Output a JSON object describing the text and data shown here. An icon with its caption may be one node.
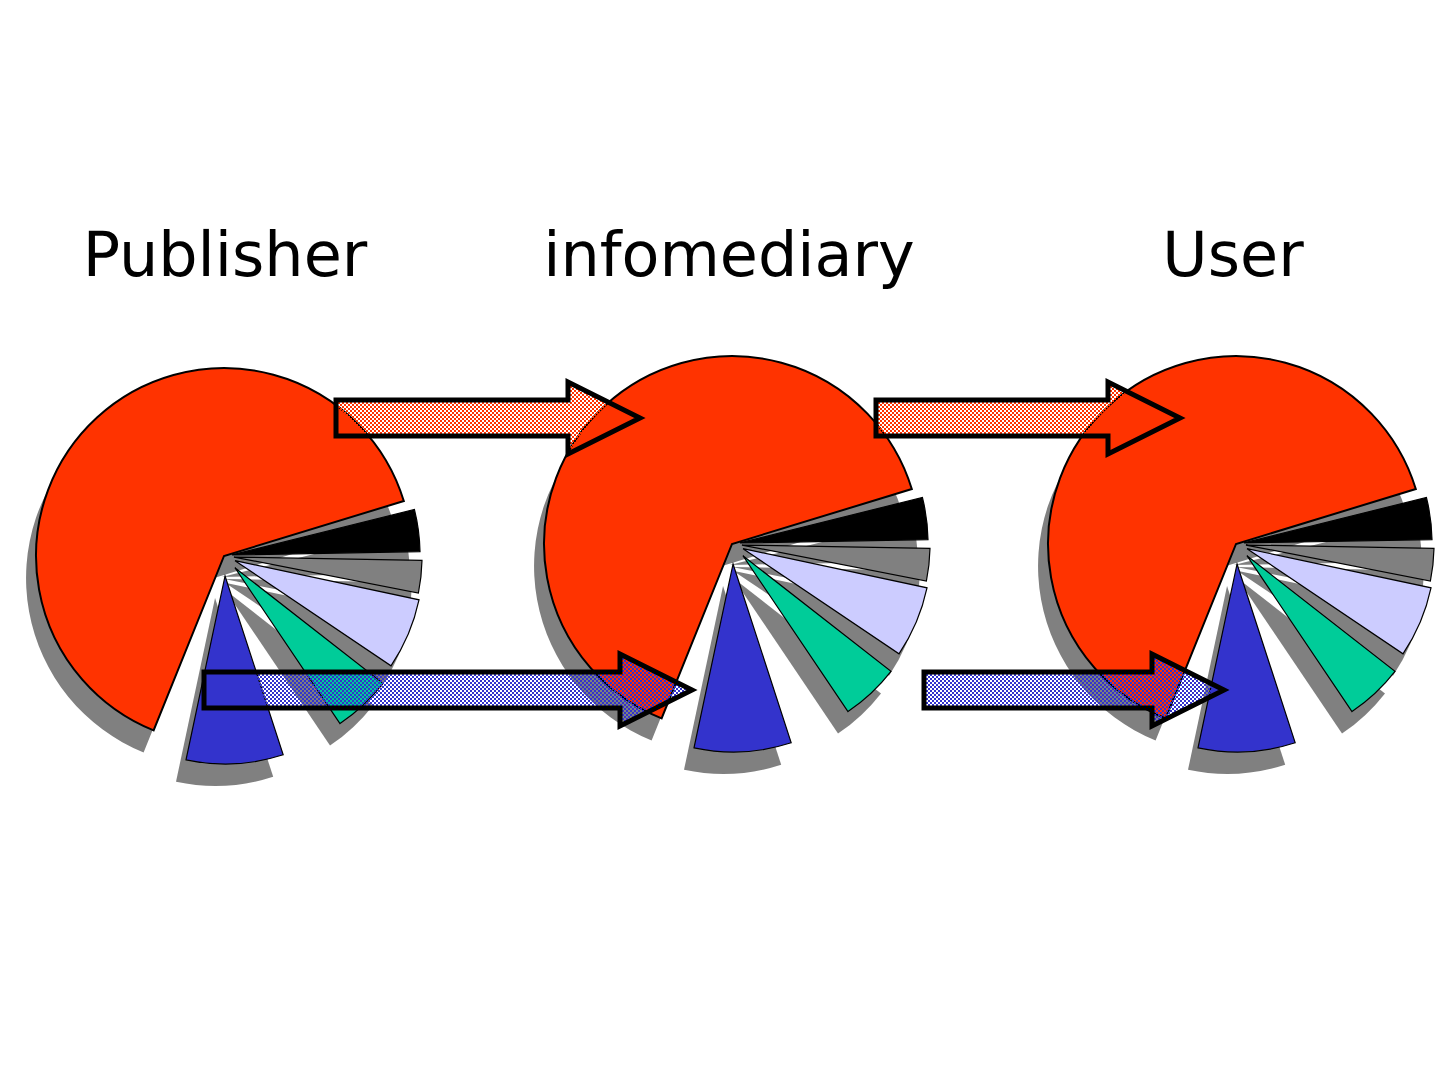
{
  "diagram": {
    "nodes": [
      {
        "text": [
          "Publisher"
        ]
      },
      {
        "text": [
          "infomediary"
        ]
      },
      {
        "text": [
          "User"
        ]
      }
    ],
    "edges": [
      {
        "from": 0,
        "to": 1,
        "arrow": "to",
        "color": "#ff3300"
      },
      {
        "from": 0,
        "to": 1,
        "arrow": "to",
        "color": "#3333cc"
      },
      {
        "from": 1,
        "to": 2,
        "arrow": "to",
        "color": "#ff3300"
      },
      {
        "from": 1,
        "to": 2,
        "arrow": "to",
        "color": "#3333cc"
      }
    ]
  }
}
